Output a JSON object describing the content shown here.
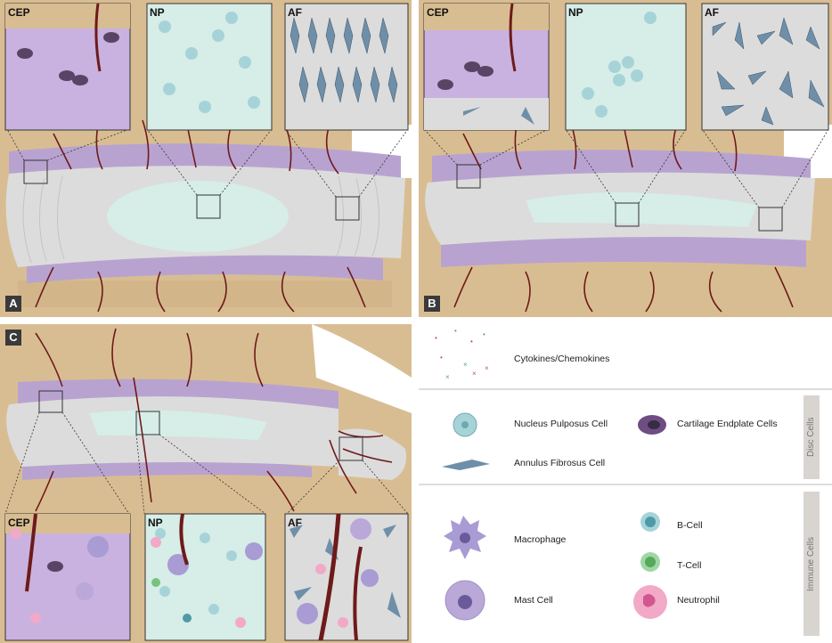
{
  "panels": {
    "a": {
      "label": "A",
      "zooms": [
        "CEP",
        "NP",
        "AF"
      ]
    },
    "b": {
      "label": "B",
      "zooms": [
        "CEP",
        "NP",
        "AF"
      ]
    },
    "c": {
      "label": "C",
      "zooms": [
        "CEP",
        "NP",
        "AF"
      ]
    }
  },
  "legend": {
    "cytokines": "Cytokines/Chemokines",
    "np_cell": "Nucleus Pulposus Cell",
    "cep_cells": "Cartilage Endplate Cells",
    "af_cell": "Annulus Fibrosus Cell",
    "macrophage": "Macrophage",
    "b_cell": "B-Cell",
    "t_cell": "T-Cell",
    "mast_cell": "Mast Cell",
    "neutrophil": "Neutrophil",
    "disc_cells_tab": "Disc Cells",
    "immune_cells_tab": "Immune Cells"
  },
  "colors": {
    "bone": "#d9bd92",
    "cartilage": "#b8a3d0",
    "annulus": "#dcdcdc",
    "nucleus": "#d6ede8",
    "vessel": "#6e1a1a",
    "np_cell": "#a6d3d8",
    "af_cell": "#6f8fa8",
    "cep_cell": "#5a4466",
    "macrophage": "#a99bd3",
    "mast": "#b9a8d8",
    "b_cell": "#4e9aa8",
    "t_cell": "#79c27e",
    "neutrophil": "#f2a9c8"
  }
}
